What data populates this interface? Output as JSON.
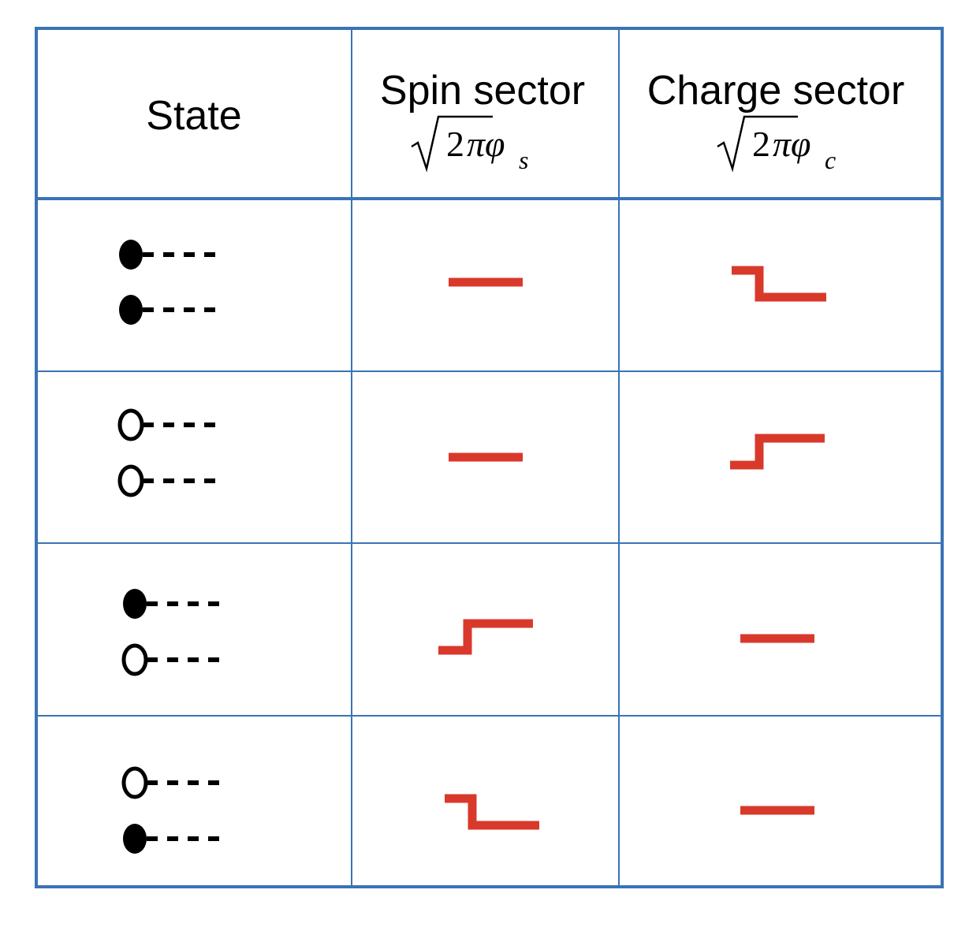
{
  "header": {
    "state_label": "State",
    "spin": {
      "title": "Spin sector",
      "math_base": "2",
      "math_greek": "πφ",
      "math_sub": "s"
    },
    "charge": {
      "title": "Charge sector",
      "math_base": "2",
      "math_greek": "πφ",
      "math_sub": "c"
    }
  },
  "colors": {
    "border": "#3a73b6",
    "signal": "#d9392b",
    "ink": "#000000"
  },
  "rows": [
    {
      "state": [
        "filled",
        "filled"
      ],
      "spin": "flat",
      "charge": "step-down"
    },
    {
      "state": [
        "empty",
        "empty"
      ],
      "spin": "flat",
      "charge": "step-up"
    },
    {
      "state": [
        "filled",
        "empty"
      ],
      "spin": "step-up",
      "charge": "flat"
    },
    {
      "state": [
        "empty",
        "filled"
      ],
      "spin": "step-down",
      "charge": "flat"
    }
  ]
}
